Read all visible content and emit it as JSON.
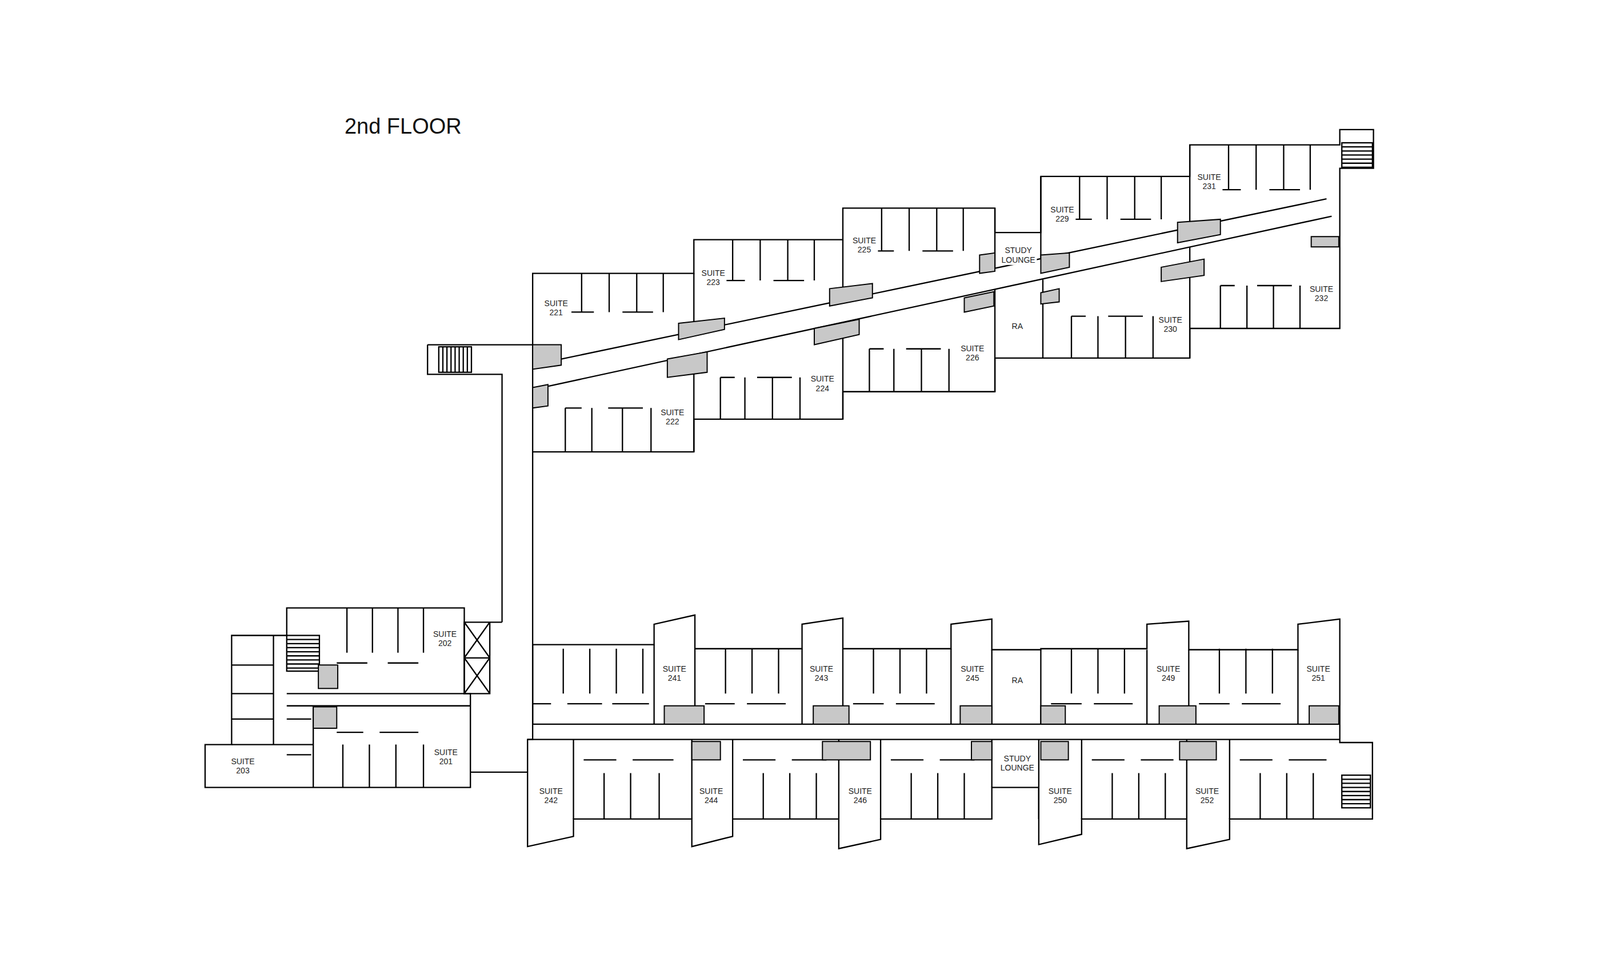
{
  "diagram": {
    "title": "2nd FLOOR",
    "nodes": [
      {
        "text": [
          "SUITE 231"
        ]
      },
      {
        "text": [
          "SUITE 229"
        ]
      },
      {
        "text": [
          "SUITE 225"
        ]
      },
      {
        "text": [
          "STUDY LOUNGE"
        ]
      },
      {
        "text": [
          "SUITE 223"
        ]
      },
      {
        "text": [
          "SUITE 232"
        ]
      },
      {
        "text": [
          "SUITE 221"
        ]
      },
      {
        "text": [
          "RA"
        ]
      },
      {
        "text": [
          "SUITE 230"
        ]
      },
      {
        "text": [
          "SUITE 226"
        ]
      },
      {
        "text": [
          "SUITE 224"
        ]
      },
      {
        "text": [
          "SUITE 222"
        ]
      },
      {
        "text": [
          "SUITE 202"
        ]
      },
      {
        "text": [
          "SUITE 241"
        ]
      },
      {
        "text": [
          "SUITE 243"
        ]
      },
      {
        "text": [
          "SUITE 245"
        ]
      },
      {
        "text": [
          "RA"
        ]
      },
      {
        "text": [
          "SUITE 249"
        ]
      },
      {
        "text": [
          "SUITE 251"
        ]
      },
      {
        "text": [
          "SUITE 201"
        ]
      },
      {
        "text": [
          "SUITE 203"
        ]
      },
      {
        "text": [
          "STUDY LOUNGE"
        ]
      },
      {
        "text": [
          "SUITE 242"
        ]
      },
      {
        "text": [
          "SUITE 244"
        ]
      },
      {
        "text": [
          "SUITE 246"
        ]
      },
      {
        "text": [
          "SUITE 250"
        ]
      },
      {
        "text": [
          "SUITE 252"
        ]
      }
    ]
  }
}
